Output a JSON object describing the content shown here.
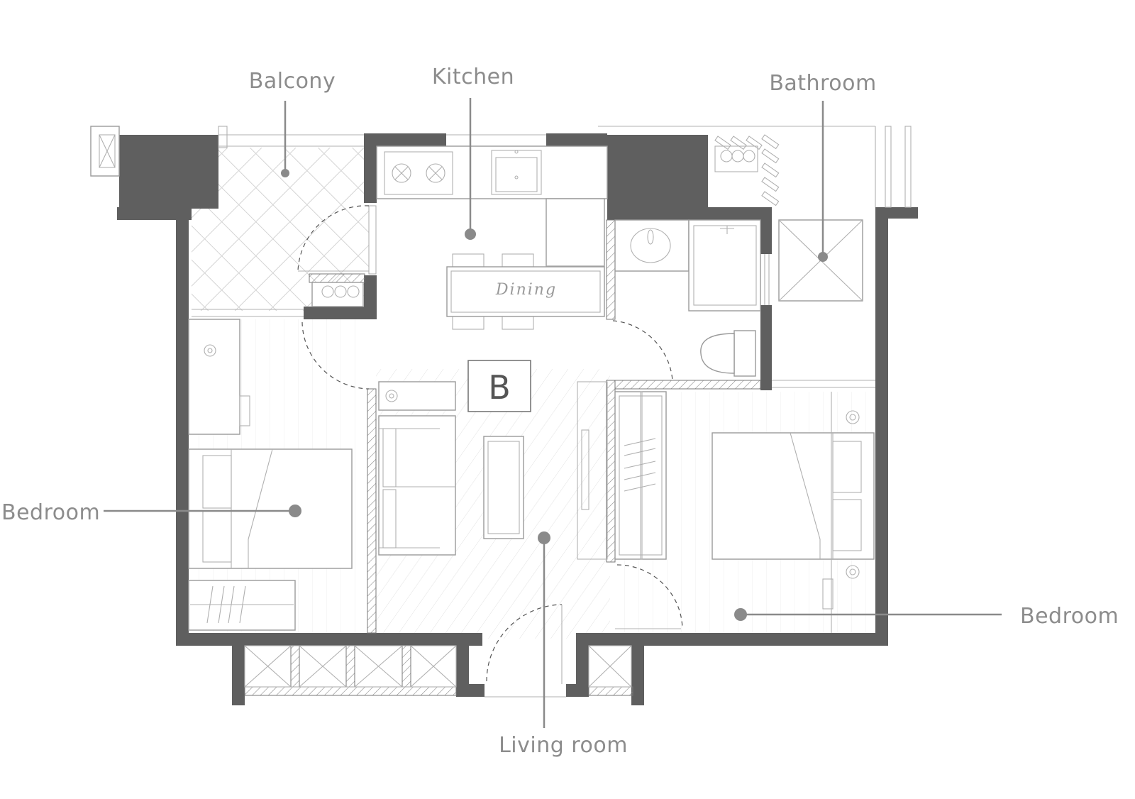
{
  "labels": {
    "balcony": "Balcony",
    "kitchen": "Kitchen",
    "bathroom": "Bathroom",
    "bedroom_left": "Bedroom",
    "bedroom_right": "Bedroom",
    "living_room": "Living room",
    "dining": "Dining",
    "unit": "B"
  },
  "colors": {
    "wall": "#5f5f5f",
    "label": "#8c8c8c",
    "line": "#9a9a9a"
  }
}
